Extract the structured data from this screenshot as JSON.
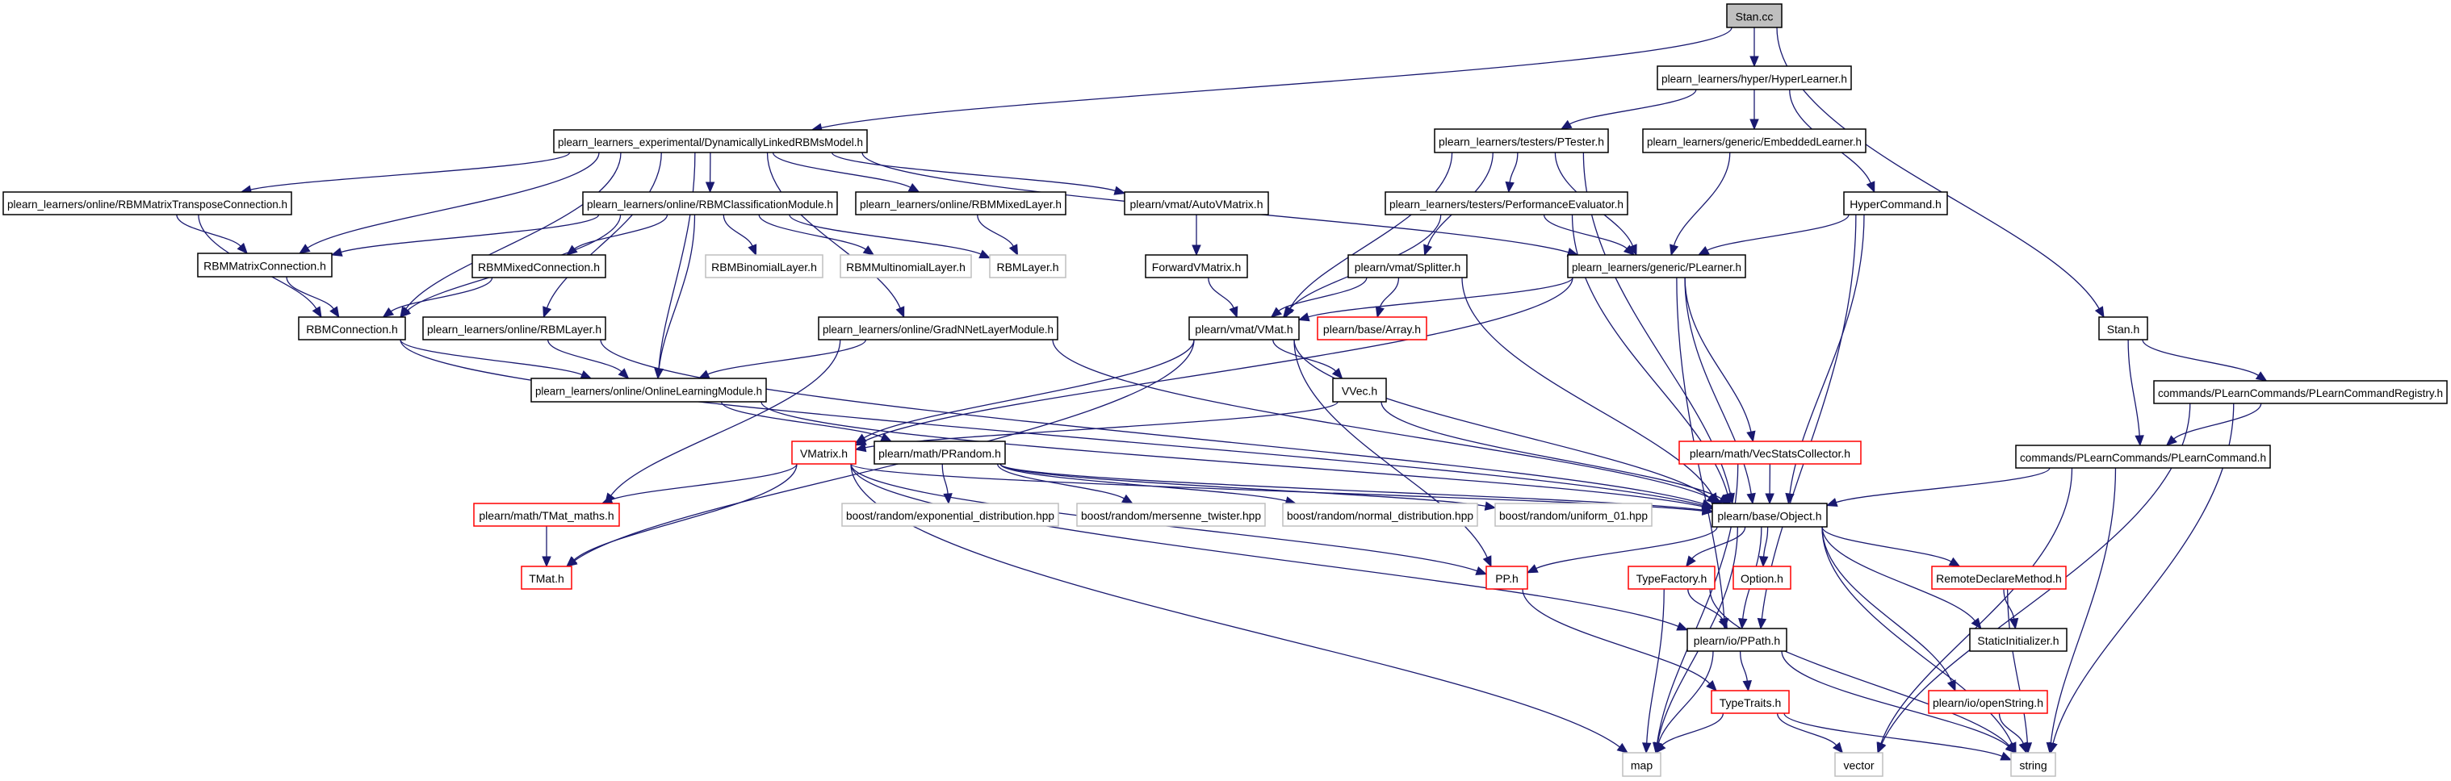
{
  "graph": {
    "title": "Stan.cc include dependency graph",
    "colors": {
      "edge": "#191970",
      "root_fill": "#bfbfbf",
      "normal_border": "#000000",
      "truncated_border": "#ff0000",
      "external_border": "#bfbfbf",
      "node_fill": "#ffffff"
    },
    "nodes": [
      {
        "id": "stan_cc",
        "label": "Stan.cc",
        "kind": "root"
      },
      {
        "id": "hyperlearner",
        "label": "plearn_learners/hyper/HyperLearner.h",
        "kind": "normal"
      },
      {
        "id": "dynlinked",
        "label": "plearn_learners_experimental/DynamicallyLinkedRBMsModel.h",
        "kind": "normal"
      },
      {
        "id": "ptester",
        "label": "plearn_learners/testers/PTester.h",
        "kind": "normal"
      },
      {
        "id": "embedded",
        "label": "plearn_learners/generic/EmbeddedLearner.h",
        "kind": "normal"
      },
      {
        "id": "rbmmtc",
        "label": "plearn_learners/online/RBMMatrixTransposeConnection.h",
        "kind": "normal"
      },
      {
        "id": "rbmclass",
        "label": "plearn_learners/online/RBMClassificationModule.h",
        "kind": "normal"
      },
      {
        "id": "rbmmixedlayer",
        "label": "plearn_learners/online/RBMMixedLayer.h",
        "kind": "normal"
      },
      {
        "id": "autovmatrix",
        "label": "plearn/vmat/AutoVMatrix.h",
        "kind": "normal"
      },
      {
        "id": "perfeval",
        "label": "plearn_learners/testers/PerformanceEvaluator.h",
        "kind": "normal"
      },
      {
        "id": "hypercommand",
        "label": "HyperCommand.h",
        "kind": "normal"
      },
      {
        "id": "rbmmatrixconn",
        "label": "RBMMatrixConnection.h",
        "kind": "normal"
      },
      {
        "id": "rbmmixedconn",
        "label": "RBMMixedConnection.h",
        "kind": "normal"
      },
      {
        "id": "rbmbinomial",
        "label": "RBMBinomialLayer.h",
        "kind": "external"
      },
      {
        "id": "rbmmultinomial",
        "label": "RBMMultinomialLayer.h",
        "kind": "external"
      },
      {
        "id": "rbmlayer_h",
        "label": "RBMLayer.h",
        "kind": "external"
      },
      {
        "id": "forwardvmatrix",
        "label": "ForwardVMatrix.h",
        "kind": "normal"
      },
      {
        "id": "splitter",
        "label": "plearn/vmat/Splitter.h",
        "kind": "normal"
      },
      {
        "id": "plearner",
        "label": "plearn_learners/generic/PLearner.h",
        "kind": "normal"
      },
      {
        "id": "rbmconnection",
        "label": "RBMConnection.h",
        "kind": "normal"
      },
      {
        "id": "rbmlayer_online",
        "label": "plearn_learners/online/RBMLayer.h",
        "kind": "normal"
      },
      {
        "id": "gradnnet",
        "label": "plearn_learners/online/GradNNetLayerModule.h",
        "kind": "normal"
      },
      {
        "id": "vmat",
        "label": "plearn/vmat/VMat.h",
        "kind": "normal"
      },
      {
        "id": "array",
        "label": "plearn/base/Array.h",
        "kind": "truncated"
      },
      {
        "id": "stan_h",
        "label": "Stan.h",
        "kind": "normal"
      },
      {
        "id": "olm",
        "label": "plearn_learners/online/OnlineLearningModule.h",
        "kind": "normal"
      },
      {
        "id": "vvec",
        "label": "VVec.h",
        "kind": "normal"
      },
      {
        "id": "registry",
        "label": "commands/PLearnCommands/PLearnCommandRegistry.h",
        "kind": "normal"
      },
      {
        "id": "vmatrix",
        "label": "VMatrix.h",
        "kind": "truncated"
      },
      {
        "id": "prandom",
        "label": "plearn/math/PRandom.h",
        "kind": "normal"
      },
      {
        "id": "vecstats",
        "label": "plearn/math/VecStatsCollector.h",
        "kind": "truncated"
      },
      {
        "id": "plearncommand",
        "label": "commands/PLearnCommands/PLearnCommand.h",
        "kind": "normal"
      },
      {
        "id": "tmat_maths",
        "label": "plearn/math/TMat_maths.h",
        "kind": "truncated"
      },
      {
        "id": "expdist",
        "label": "boost/random/exponential_distribution.hpp",
        "kind": "external"
      },
      {
        "id": "mersenne",
        "label": "boost/random/mersenne_twister.hpp",
        "kind": "external"
      },
      {
        "id": "normaldist",
        "label": "boost/random/normal_distribution.hpp",
        "kind": "external"
      },
      {
        "id": "uniform",
        "label": "boost/random/uniform_01.hpp",
        "kind": "external"
      },
      {
        "id": "object",
        "label": "plearn/base/Object.h",
        "kind": "normal"
      },
      {
        "id": "tmat",
        "label": "TMat.h",
        "kind": "truncated"
      },
      {
        "id": "pp",
        "label": "PP.h",
        "kind": "truncated"
      },
      {
        "id": "typefactory",
        "label": "TypeFactory.h",
        "kind": "truncated"
      },
      {
        "id": "option",
        "label": "Option.h",
        "kind": "truncated"
      },
      {
        "id": "remotedeclare",
        "label": "RemoteDeclareMethod.h",
        "kind": "truncated"
      },
      {
        "id": "ppath",
        "label": "plearn/io/PPath.h",
        "kind": "normal"
      },
      {
        "id": "staticinit",
        "label": "StaticInitializer.h",
        "kind": "normal"
      },
      {
        "id": "typetraits",
        "label": "TypeTraits.h",
        "kind": "truncated"
      },
      {
        "id": "openstring",
        "label": "plearn/io/openString.h",
        "kind": "truncated"
      },
      {
        "id": "map",
        "label": "map",
        "kind": "external"
      },
      {
        "id": "vector",
        "label": "vector",
        "kind": "external"
      },
      {
        "id": "string",
        "label": "string",
        "kind": "external"
      }
    ],
    "edges": [
      [
        "stan_cc",
        "hyperlearner"
      ],
      [
        "stan_cc",
        "dynlinked"
      ],
      [
        "stan_cc",
        "stan_h"
      ],
      [
        "hyperlearner",
        "ptester"
      ],
      [
        "hyperlearner",
        "embedded"
      ],
      [
        "hyperlearner",
        "hypercommand"
      ],
      [
        "dynlinked",
        "rbmmtc"
      ],
      [
        "dynlinked",
        "rbmmatrixconn"
      ],
      [
        "dynlinked",
        "rbmconnection"
      ],
      [
        "dynlinked",
        "rbmclass"
      ],
      [
        "dynlinked",
        "rbmmixedlayer"
      ],
      [
        "dynlinked",
        "autovmatrix"
      ],
      [
        "dynlinked",
        "rbmlayer_online"
      ],
      [
        "dynlinked",
        "olm"
      ],
      [
        "dynlinked",
        "gradnnet"
      ],
      [
        "dynlinked",
        "plearner"
      ],
      [
        "rbmmtc",
        "rbmmatrixconn"
      ],
      [
        "rbmmtc",
        "rbmconnection"
      ],
      [
        "rbmclass",
        "rbmmatrixconn"
      ],
      [
        "rbmclass",
        "rbmmixedconn"
      ],
      [
        "rbmclass",
        "rbmconnection"
      ],
      [
        "rbmclass",
        "rbmbinomial"
      ],
      [
        "rbmclass",
        "rbmmultinomial"
      ],
      [
        "rbmclass",
        "rbmlayer_h"
      ],
      [
        "rbmclass",
        "olm"
      ],
      [
        "rbmmixedlayer",
        "rbmlayer_h"
      ],
      [
        "autovmatrix",
        "forwardvmatrix"
      ],
      [
        "forwardvmatrix",
        "vmat"
      ],
      [
        "rbmmatrixconn",
        "rbmconnection"
      ],
      [
        "rbmmixedconn",
        "rbmconnection"
      ],
      [
        "rbmconnection",
        "olm"
      ],
      [
        "rbmconnection",
        "object"
      ],
      [
        "rbmlayer_online",
        "olm"
      ],
      [
        "rbmlayer_online",
        "object"
      ],
      [
        "gradnnet",
        "olm"
      ],
      [
        "gradnnet",
        "tmat_maths"
      ],
      [
        "gradnnet",
        "object"
      ],
      [
        "olm",
        "prandom"
      ],
      [
        "olm",
        "object"
      ],
      [
        "ptester",
        "perfeval"
      ],
      [
        "ptester",
        "splitter"
      ],
      [
        "ptester",
        "vmat"
      ],
      [
        "ptester",
        "plearner"
      ],
      [
        "ptester",
        "object"
      ],
      [
        "perfeval",
        "vmat"
      ],
      [
        "perfeval",
        "plearner"
      ],
      [
        "perfeval",
        "object"
      ],
      [
        "embedded",
        "plearner"
      ],
      [
        "hypercommand",
        "plearner"
      ],
      [
        "hypercommand",
        "object"
      ],
      [
        "hypercommand",
        "ppath"
      ],
      [
        "splitter",
        "vmat"
      ],
      [
        "splitter",
        "array"
      ],
      [
        "splitter",
        "object"
      ],
      [
        "plearner",
        "vmat"
      ],
      [
        "plearner",
        "vecstats"
      ],
      [
        "plearner",
        "object"
      ],
      [
        "plearner",
        "vmatrix"
      ],
      [
        "plearner",
        "ppath"
      ],
      [
        "vmat",
        "vvec"
      ],
      [
        "vmat",
        "vmatrix"
      ],
      [
        "vmat",
        "tmat"
      ],
      [
        "vmat",
        "pp"
      ],
      [
        "vmat",
        "object"
      ],
      [
        "vvec",
        "vmatrix"
      ],
      [
        "vvec",
        "object"
      ],
      [
        "vmatrix",
        "tmat_maths"
      ],
      [
        "vmatrix",
        "tmat"
      ],
      [
        "vmatrix",
        "object"
      ],
      [
        "vmatrix",
        "pp"
      ],
      [
        "vmatrix",
        "ppath"
      ],
      [
        "vmatrix",
        "map"
      ],
      [
        "prandom",
        "expdist"
      ],
      [
        "prandom",
        "mersenne"
      ],
      [
        "prandom",
        "normaldist"
      ],
      [
        "prandom",
        "uniform"
      ],
      [
        "prandom",
        "object"
      ],
      [
        "tmat_maths",
        "tmat"
      ],
      [
        "vecstats",
        "object"
      ],
      [
        "vecstats",
        "map"
      ],
      [
        "stan_h",
        "plearncommand"
      ],
      [
        "stan_h",
        "registry"
      ],
      [
        "registry",
        "plearncommand"
      ],
      [
        "registry",
        "vector"
      ],
      [
        "registry",
        "string"
      ],
      [
        "plearncommand",
        "object"
      ],
      [
        "plearncommand",
        "string"
      ],
      [
        "plearncommand",
        "vector"
      ],
      [
        "object",
        "pp"
      ],
      [
        "object",
        "typefactory"
      ],
      [
        "object",
        "option"
      ],
      [
        "object",
        "remotedeclare"
      ],
      [
        "object",
        "ppath"
      ],
      [
        "object",
        "staticinit"
      ],
      [
        "object",
        "openstring"
      ],
      [
        "object",
        "map"
      ],
      [
        "object",
        "string"
      ],
      [
        "pp",
        "typetraits"
      ],
      [
        "typefactory",
        "ppath"
      ],
      [
        "typefactory",
        "map"
      ],
      [
        "typefactory",
        "string"
      ],
      [
        "remotedeclare",
        "staticinit"
      ],
      [
        "remotedeclare",
        "string"
      ],
      [
        "ppath",
        "typetraits"
      ],
      [
        "ppath",
        "map"
      ],
      [
        "ppath",
        "string"
      ],
      [
        "typetraits",
        "map"
      ],
      [
        "typetraits",
        "vector"
      ],
      [
        "typetraits",
        "string"
      ],
      [
        "openstring",
        "string"
      ]
    ]
  }
}
